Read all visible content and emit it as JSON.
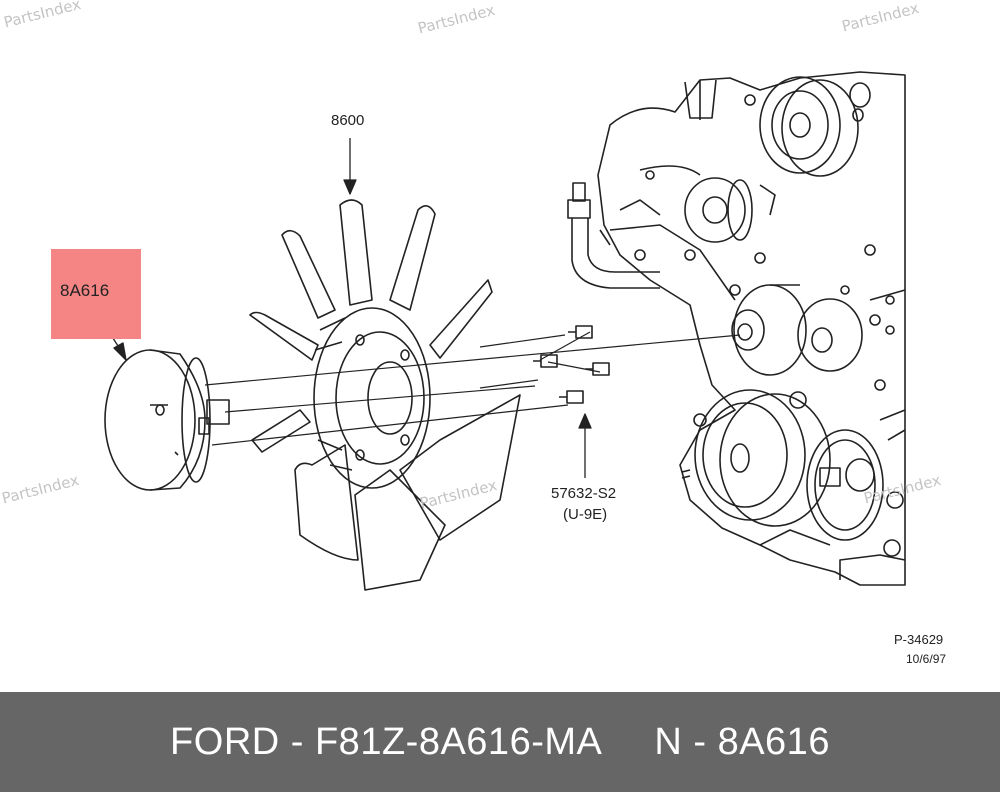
{
  "watermark": "PartsIndex",
  "callouts": {
    "fan": "8600",
    "clutch": "8A616",
    "bolt_part": "57632-S2",
    "bolt_code": "(U-9E)"
  },
  "drawing": {
    "number": "P-34629",
    "date": "10/6/97"
  },
  "footer": {
    "part_line": "FORD - F81Z-8A616-MA",
    "ref_line": "N - 8A616"
  },
  "colors": {
    "highlight": "#f58484",
    "footer_bg": "#666666",
    "footer_text": "#ffffff",
    "line_art": "#222222",
    "watermark": "#c4c4c4"
  }
}
